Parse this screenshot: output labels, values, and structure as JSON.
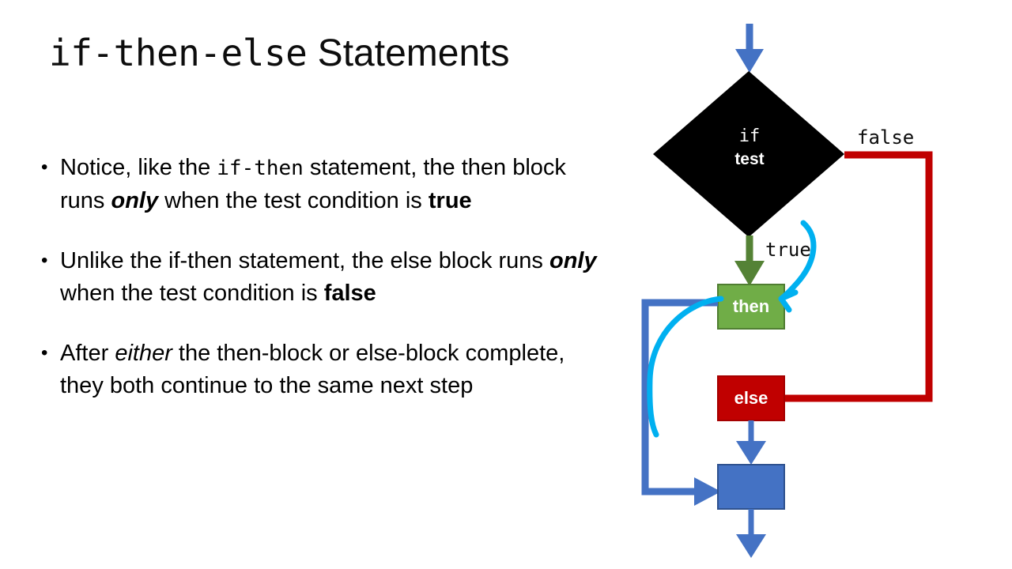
{
  "slide": {
    "title": {
      "mono_part": "if-then-else",
      "regular_part": " Statements"
    },
    "background_color": "#ffffff",
    "bullets": [
      {
        "marker": "•",
        "segments": [
          {
            "text": "Notice, like the ",
            "style": "regular"
          },
          {
            "text": "if-then",
            "style": "mono"
          },
          {
            "text": " statement, the then block runs ",
            "style": "regular"
          },
          {
            "text": "only",
            "style": "bold-italic"
          },
          {
            "text": " when the test condition is ",
            "style": "regular"
          },
          {
            "text": "true",
            "style": "bold"
          }
        ],
        "plain": "Notice, like the if-then statement, the then block runs only when the test condition is true"
      },
      {
        "marker": "•",
        "segments": [
          {
            "text": "Unlike the if-then statement, the else block runs ",
            "style": "regular"
          },
          {
            "text": "only",
            "style": "bold-italic"
          },
          {
            "text": " when the test condition is ",
            "style": "regular"
          },
          {
            "text": "false",
            "style": "bold"
          }
        ],
        "plain": "Unlike the if-then statement, the else block runs only when the test condition is false"
      },
      {
        "marker": "•",
        "segments": [
          {
            "text": "After ",
            "style": "regular"
          },
          {
            "text": "either",
            "style": "italic"
          },
          {
            "text": " the then-block or else-block complete, they both continue to the same next step",
            "style": "regular"
          }
        ],
        "plain": "After either the then-block or else-block complete, they both continue to the same next step"
      }
    ]
  },
  "diagram": {
    "title": "if-then-else flowchart",
    "nodes": [
      {
        "id": "decision",
        "shape": "diamond",
        "line1": "if",
        "line2": "test",
        "fill": "#000000",
        "text_color": "#ffffff"
      },
      {
        "id": "then-block",
        "shape": "rect",
        "label": "then",
        "fill": "#70AD47",
        "border": "#507E32",
        "text_color": "#ffffff"
      },
      {
        "id": "else-block",
        "shape": "rect",
        "label": "else",
        "fill": "#C00000",
        "border": "#A50000",
        "text_color": "#ffffff"
      },
      {
        "id": "next-step",
        "shape": "rect",
        "label": "",
        "fill": "#4472C4",
        "border": "#2F528F",
        "text_color": "#ffffff"
      }
    ],
    "edges": [
      {
        "id": "entry",
        "from": "top",
        "to": "decision",
        "color": "#4472C4",
        "label": ""
      },
      {
        "id": "true-branch",
        "from": "decision",
        "to": "then-block",
        "color": "#548235",
        "label": "true"
      },
      {
        "id": "false-branch",
        "from": "decision",
        "to": "else-block",
        "color": "#C00000",
        "label": "false"
      },
      {
        "id": "then-to-next",
        "from": "then-block",
        "to": "next-step",
        "color": "#4472C4",
        "label": ""
      },
      {
        "id": "else-to-next",
        "from": "else-block",
        "to": "next-step",
        "color": "#4472C4",
        "label": ""
      },
      {
        "id": "exit",
        "from": "next-step",
        "to": "bottom",
        "color": "#4472C4",
        "label": ""
      }
    ],
    "annotation": {
      "id": "ink-annotation",
      "description": "hand-drawn cyan arrow curve pointing to then block",
      "color": "#00B0F0"
    },
    "labels": {
      "false": "false",
      "true": "true"
    },
    "cursor": "pencil-cursor"
  }
}
